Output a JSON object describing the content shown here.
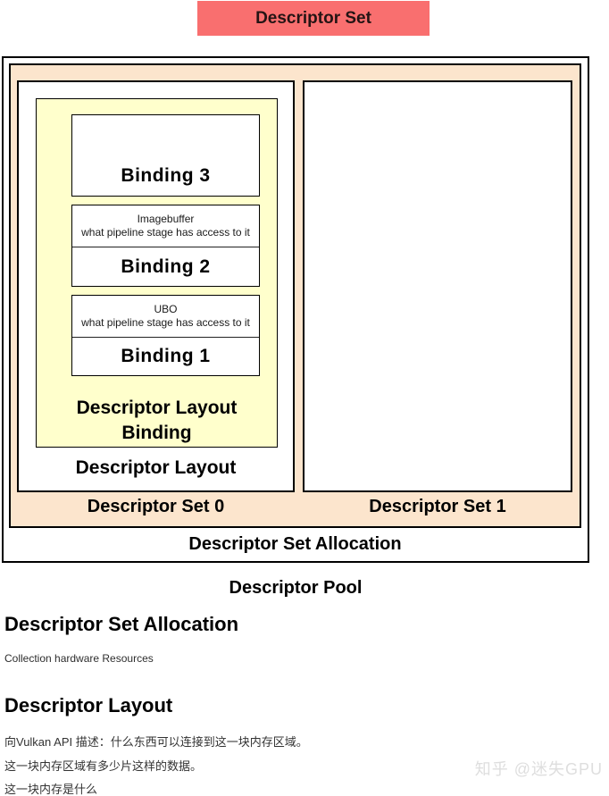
{
  "diagram": {
    "banner_label": "Descriptor Set",
    "pool_label": "Descriptor Pool",
    "allocation_label": "Descriptor Set Allocation",
    "set0_label": "Descriptor Set 0",
    "set1_label": "Descriptor Set 1",
    "descriptor_layout_label": "Descriptor Layout",
    "layout_binding_label_line1": "Descriptor Layout",
    "layout_binding_label_line2": "Binding",
    "bindings": [
      {
        "label": "Binding 3",
        "resource_type": "",
        "stage_note": ""
      },
      {
        "label": "Binding 2",
        "resource_type": "Imagebuffer",
        "stage_note": "what pipeline stage has access to it"
      },
      {
        "label": "Binding 1",
        "resource_type": "UBO",
        "stage_note": "what pipeline stage has access to it"
      }
    ],
    "colors": {
      "banner_bg": "#f96f6f",
      "allocation_bg": "#fce5cd",
      "layout_binding_bg": "#ffffcc",
      "border": "#000000"
    }
  },
  "article": {
    "sections": [
      {
        "heading": "Descriptor Set Allocation",
        "lines": [
          "Collection hardware Resources"
        ]
      },
      {
        "heading": "Descriptor Layout",
        "lines": [
          "向Vulkan API 描述：什么东西可以连接到这一块内存区域。",
          "这一块内存区域有多少片这样的数据。",
          "这一块内存是什么"
        ]
      }
    ],
    "watermark": "知乎 @迷失GPU"
  }
}
